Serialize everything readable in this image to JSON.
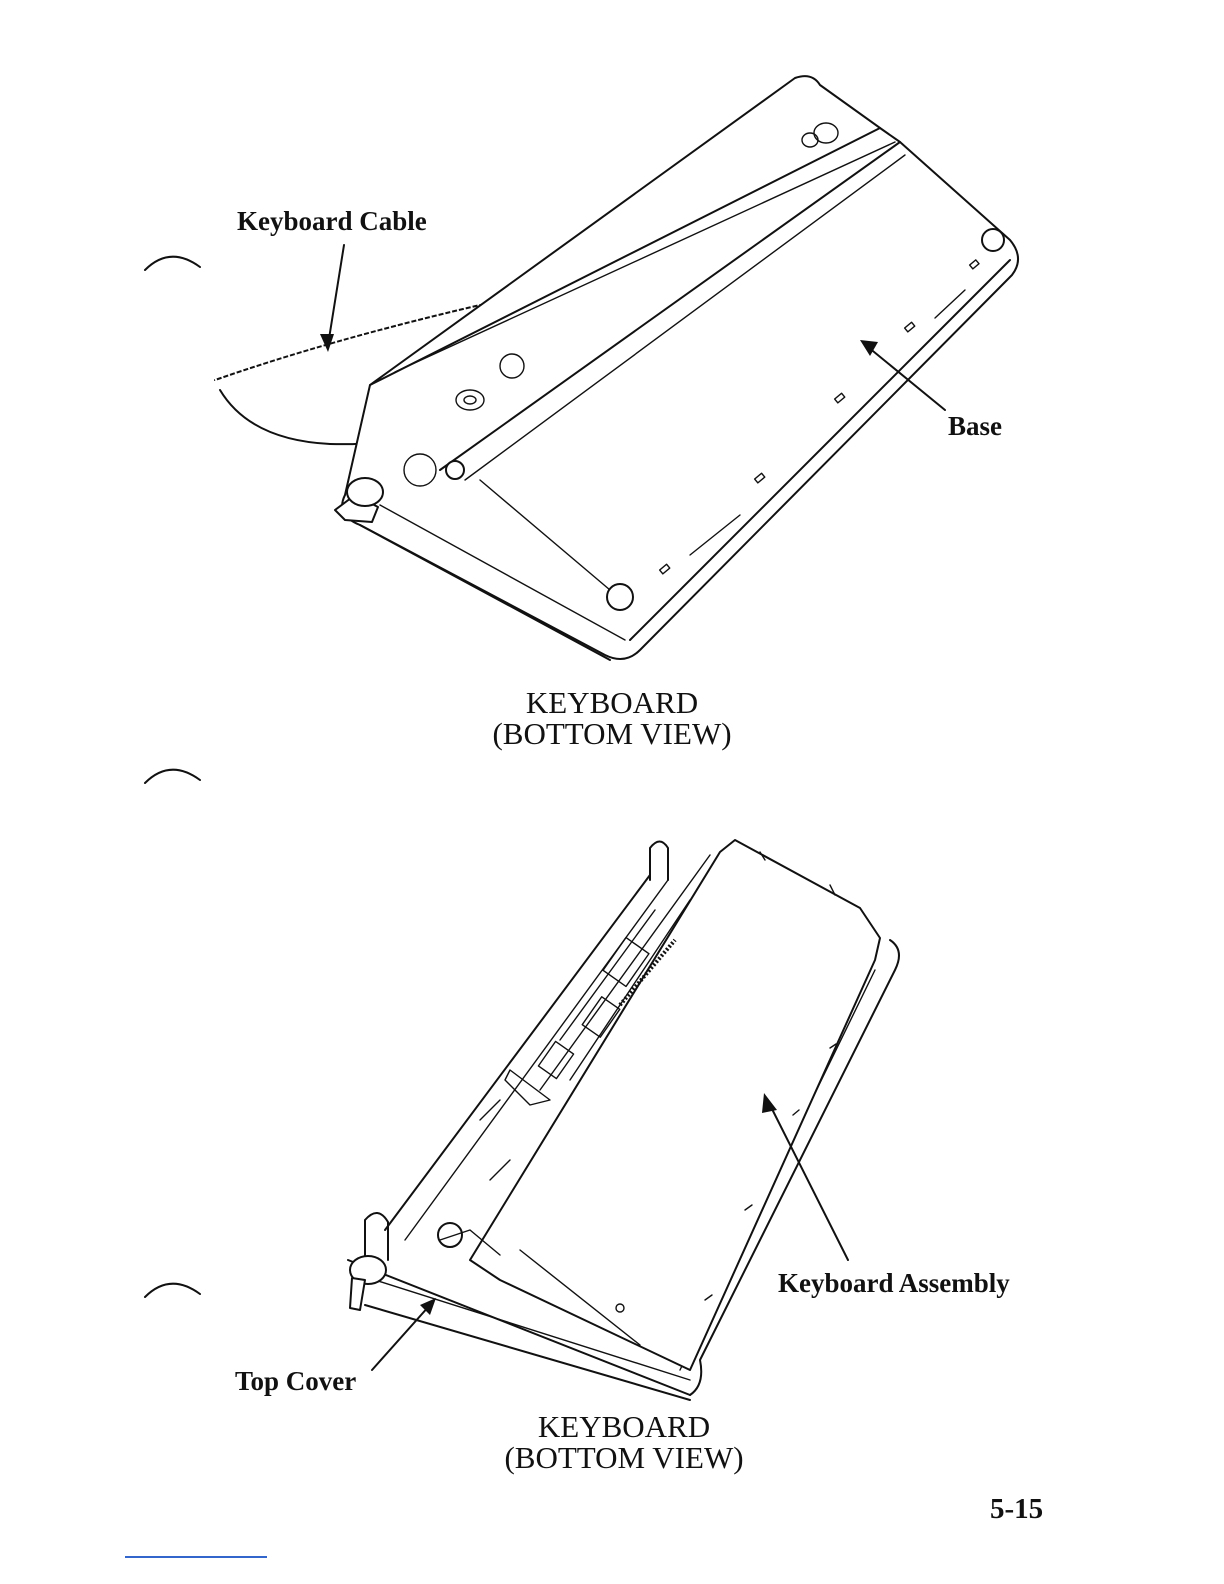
{
  "figures": [
    {
      "callouts": {
        "keyboard_cable": "Keyboard Cable",
        "base": "Base"
      },
      "caption": {
        "line1": "KEYBOARD",
        "line2": "(BOTTOM VIEW)"
      }
    },
    {
      "callouts": {
        "keyboard_assembly": "Keyboard Assembly",
        "top_cover": "Top Cover"
      },
      "caption": {
        "line1": "KEYBOARD",
        "line2": "(BOTTOM VIEW)"
      }
    }
  ],
  "page_number": "5-15",
  "colors": {
    "ink": "#111111",
    "paper": "#ffffff",
    "footer_rule": "#3366cc"
  }
}
